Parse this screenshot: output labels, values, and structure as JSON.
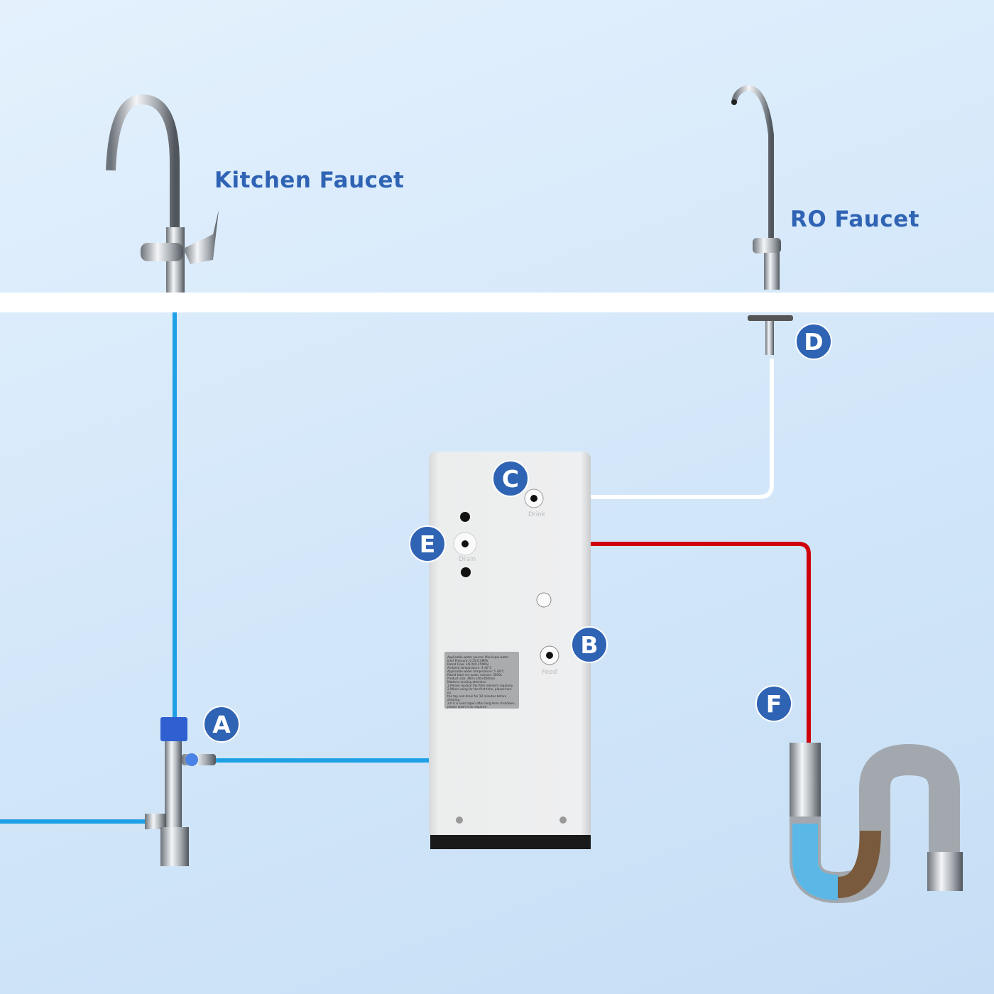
{
  "labels": {
    "kitchen_faucet": "Kitchen Faucet",
    "ro_faucet": "RO Faucet"
  },
  "badges": {
    "a": "A",
    "b": "B",
    "c": "C",
    "d": "D",
    "e": "E",
    "f": "F"
  },
  "ports": {
    "drink": "Drink",
    "drain": "Drain",
    "feed": "Feed"
  },
  "sticker_lines": [
    "Applicable water source: Municipal water",
    "Inlet Pressure: 0.25-0.4MPa",
    "Rated Flow: 24L/h(0.25MPa)",
    "Ambient temperature: 4-40°C",
    "Applicable water temperature: 5-38°C",
    "Rated total net water volume: 3000L",
    "Product size: 460×140×460mm",
    "Matters needing attention",
    "1.Please replace the filter element regularly.",
    "2.When using for the first time, please turn on",
    "the tap and drain for 10 minutes before drinking.",
    "3.If it is used again after long term shutdown,",
    "please wash it as required."
  ],
  "colors": {
    "feed_line": "#1ea0e6",
    "drain_line": "#d0000a",
    "drink_line": "#ffffff",
    "badge": "#2f63b4"
  }
}
